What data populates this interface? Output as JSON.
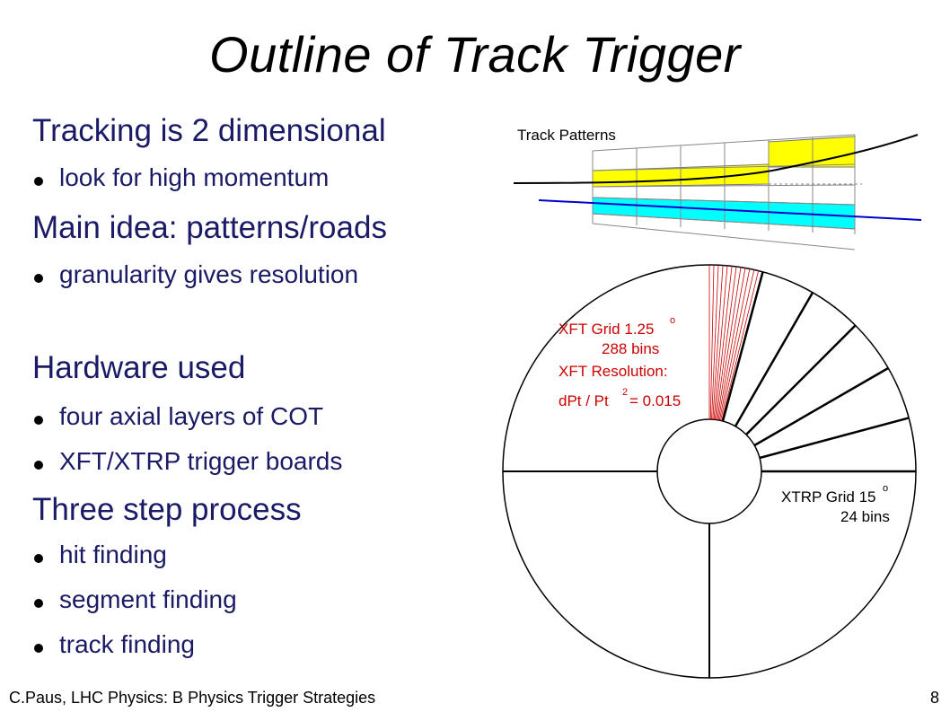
{
  "slide": {
    "title": "Outline of Track Trigger",
    "footer_left": "C.Paus, LHC Physics:  B Physics Trigger Strategies",
    "page_number": "8"
  },
  "bullets": [
    {
      "level": 1,
      "text": "Tracking is 2 dimensional"
    },
    {
      "level": 2,
      "text": "look for high momentum"
    },
    {
      "level": 1,
      "text": "Main idea: patterns/roads"
    },
    {
      "level": 2,
      "text": "granularity gives resolution"
    },
    {
      "level": 1,
      "text": "Hardware used"
    },
    {
      "level": 2,
      "text": "four axial layers of COT"
    },
    {
      "level": 2,
      "text": "XFT/XTRP trigger boards"
    },
    {
      "level": 1,
      "text": "Three step process"
    },
    {
      "level": 2,
      "text": "hit finding"
    },
    {
      "level": 2,
      "text": "segment finding"
    },
    {
      "level": 2,
      "text": "track finding"
    }
  ],
  "figure": {
    "track_patterns_label": "Track Patterns",
    "xft_grid": "XFT Grid 1.25",
    "xft_grid_deg": "o",
    "xft_bins": "288 bins",
    "xft_resolution": "XFT Resolution:",
    "xft_res_formula": "dPt / Pt",
    "xft_res_exp": "2",
    "xft_res_value": "= 0.015",
    "xtrp_grid": "XTRP Grid 15",
    "xtrp_grid_deg": "o",
    "xtrp_bins": "24 bins",
    "colors": {
      "yellow": "#ffff00",
      "cyan": "#00ffff",
      "blue_track": "#0000cc",
      "red": "#cc0000",
      "heading_text": "#1a1a66"
    }
  }
}
